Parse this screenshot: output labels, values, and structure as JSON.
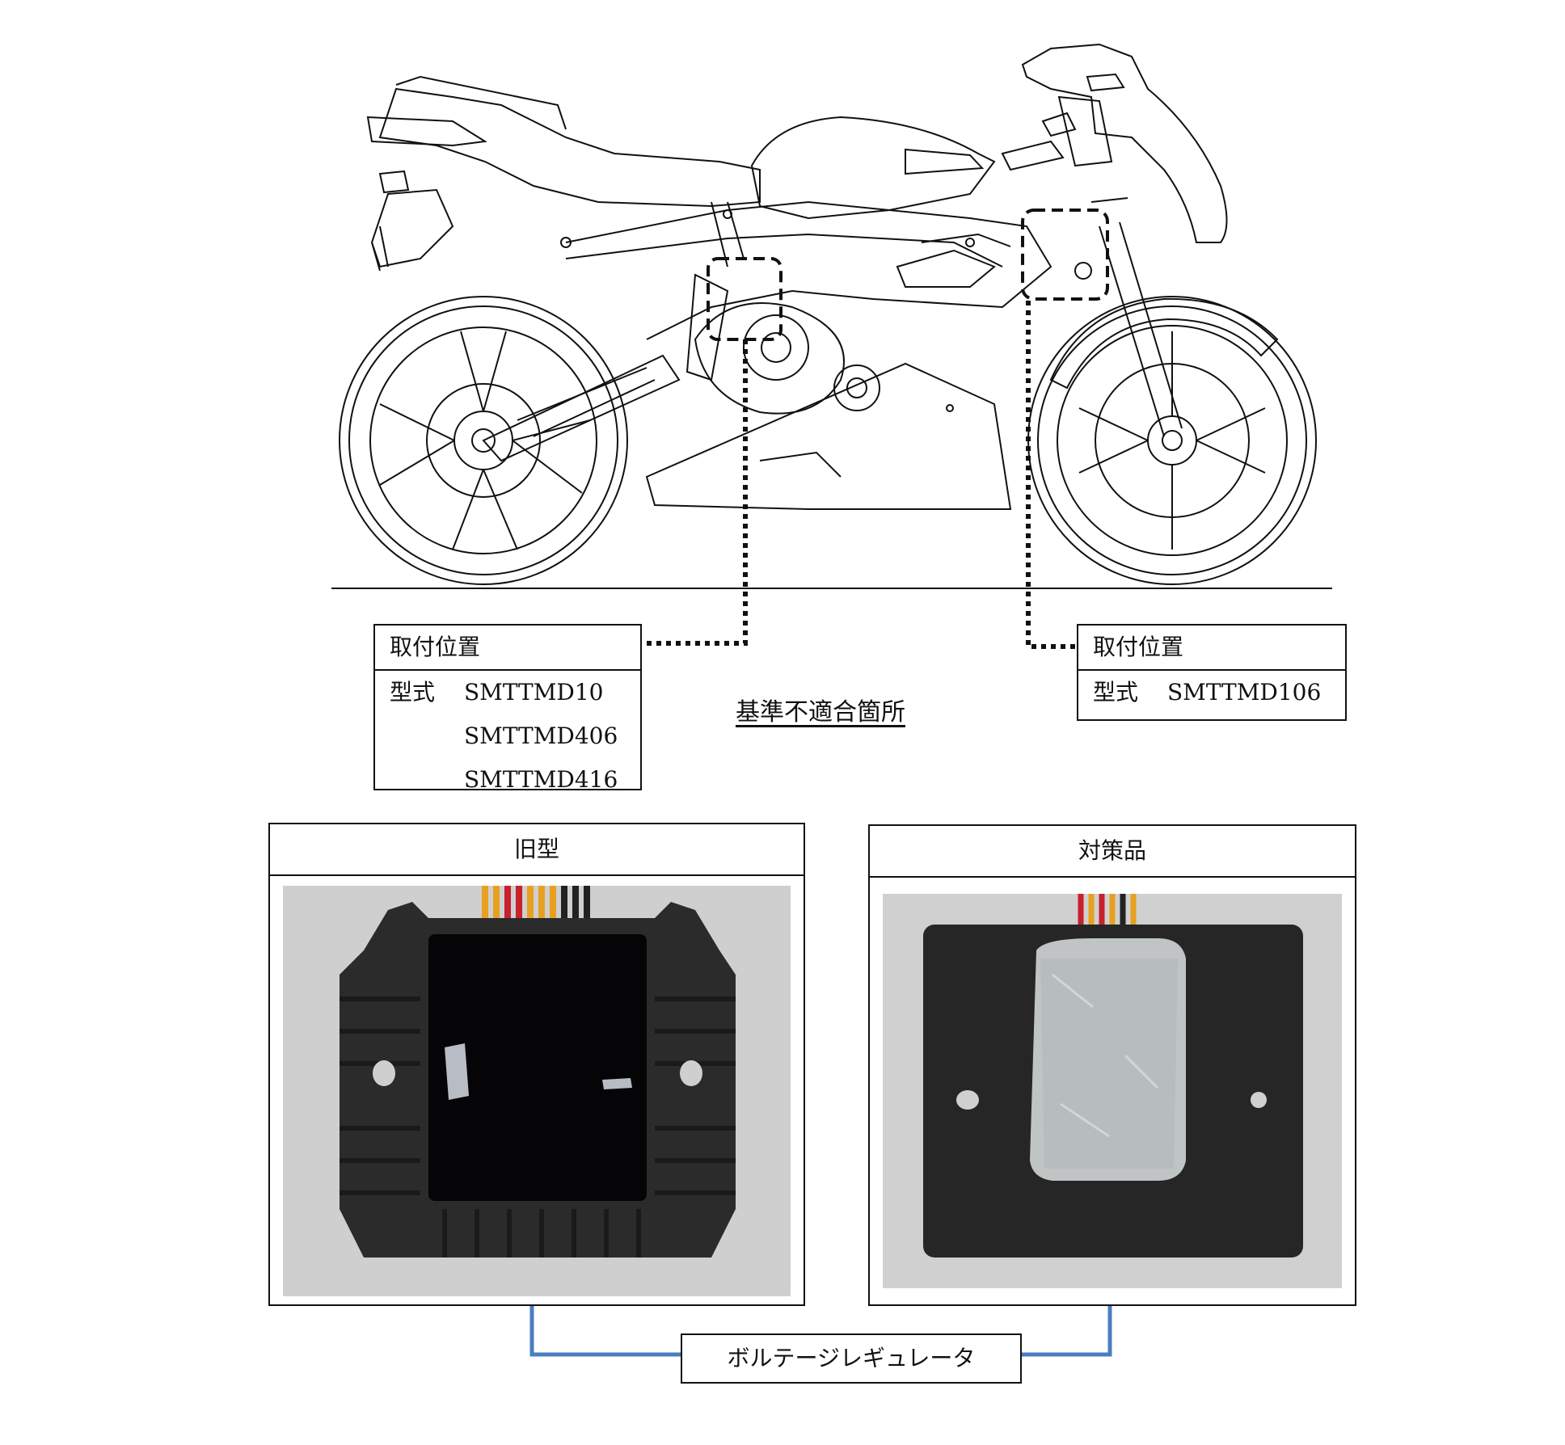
{
  "mounting_left": {
    "header": "取付位置",
    "type_label": "型式",
    "models": [
      "SMTTMD10",
      "SMTTMD406",
      "SMTTMD416"
    ]
  },
  "mounting_right": {
    "header": "取付位置",
    "type_label": "型式",
    "models": [
      "SMTTMD106"
    ]
  },
  "center_title": "基準不適合箇所",
  "old_panel": {
    "title": "旧型"
  },
  "new_panel": {
    "title": "対策品"
  },
  "part_label": "ボルテージレギュレータ",
  "colors": {
    "arrow": "#4a7ebf",
    "line": "#111111",
    "photo_bg": "#cfcfcf",
    "plate": "#2a2a2a",
    "aluminium": "#bfc3c4"
  }
}
